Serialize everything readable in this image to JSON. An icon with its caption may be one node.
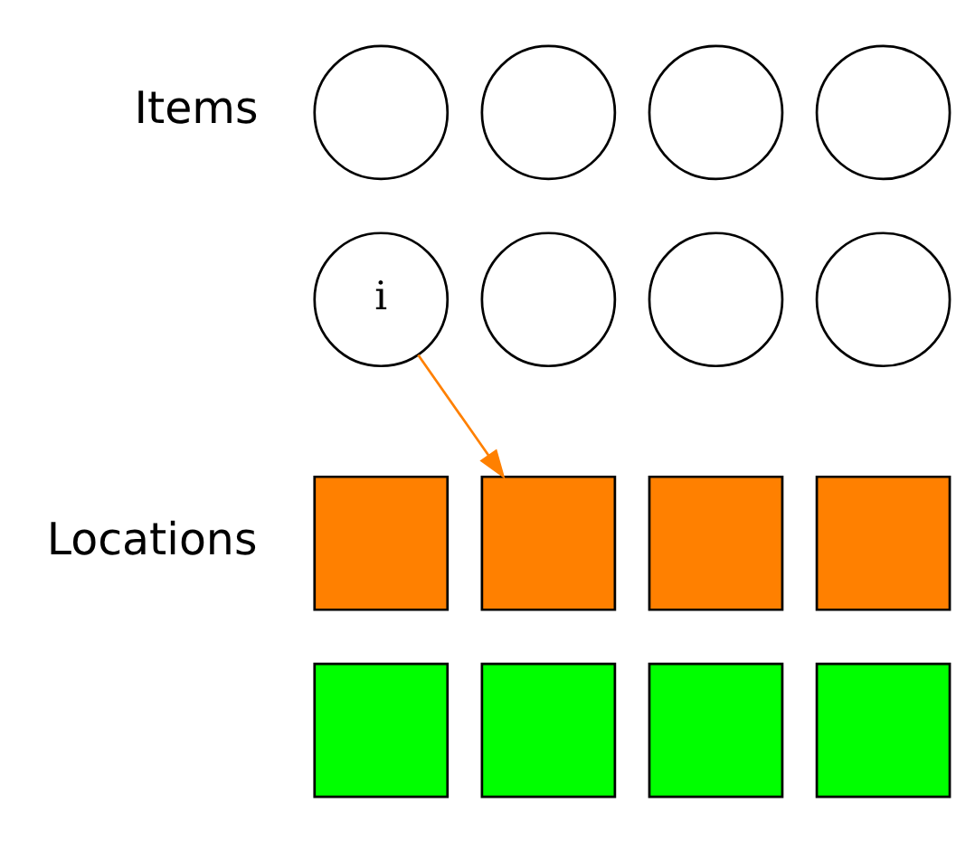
{
  "diagram": {
    "nodes": [
      {
        "text": [],
        "shape": "circle"
      },
      {
        "text": [],
        "shape": "circle"
      },
      {
        "text": [],
        "shape": "circle"
      },
      {
        "text": [],
        "shape": "circle"
      },
      {
        "text": [
          "i"
        ]
      },
      {
        "text": [],
        "shape": "circle"
      },
      {
        "text": [],
        "shape": "circle"
      },
      {
        "text": [],
        "shape": "circle"
      },
      {
        "text": [],
        "shape": "box"
      },
      {
        "text": [],
        "shape": "box"
      },
      {
        "text": [],
        "shape": "box"
      },
      {
        "text": [],
        "shape": "box"
      },
      {
        "text": [],
        "shape": "box"
      },
      {
        "text": [],
        "shape": "box"
      },
      {
        "text": [],
        "shape": "box"
      },
      {
        "text": [],
        "shape": "box"
      }
    ],
    "edges": [
      {
        "from": 4,
        "to": 9,
        "arrow": "to",
        "color": "#ff8000"
      }
    ],
    "labels": [
      "Items",
      "Locations"
    ]
  }
}
